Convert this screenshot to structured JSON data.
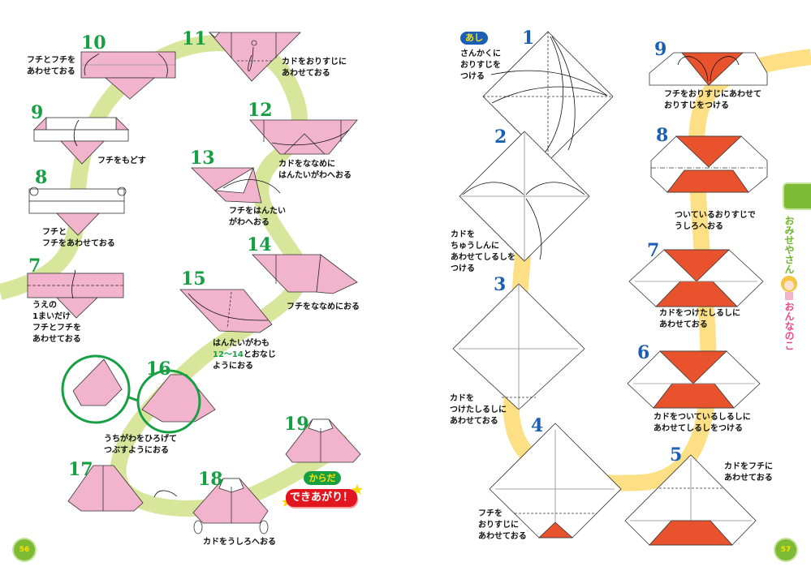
{
  "colors": {
    "pink": "#f2b4cd",
    "green_path": "#d7e69b",
    "yellow_path": "#fde085",
    "orange": "#e8532e",
    "step_green": "#16a043",
    "step_blue": "#1a5fb3"
  },
  "left_page": {
    "page_number": "56",
    "steps": [
      {
        "n": "7",
        "text": "うえの\n1まいだけ\nフチとフチを\nあわせておる"
      },
      {
        "n": "8",
        "text": "フチと\nフチをあわせておる"
      },
      {
        "n": "9",
        "text": "フチをもどす"
      },
      {
        "n": "10",
        "text": "フチとフチを\nあわせておる"
      },
      {
        "n": "11",
        "text": "カドをおりすじに\nあわせておる"
      },
      {
        "n": "12",
        "text": "カドをななめに\nはんたいがわへおる"
      },
      {
        "n": "13",
        "text": "フチをはんたい\nがわへおる"
      },
      {
        "n": "14",
        "text": "フチをななめにおる"
      },
      {
        "n": "15",
        "text_a": "はんたいがわも",
        "text_ref": "12〜14",
        "text_b": "とおなじ\nようにおる"
      },
      {
        "n": "16",
        "text": "うちがわをひろげて\nつぶすようにおる"
      },
      {
        "n": "17"
      },
      {
        "n": "18",
        "text": "カドをうしろへおる"
      },
      {
        "n": "19"
      }
    ],
    "part_badge": "からだ",
    "done_badge": "できあがり！"
  },
  "right_page": {
    "page_number": "57",
    "section_badge": "あし",
    "steps": [
      {
        "n": "1",
        "text": "さんかくに\nおりすじを\nつける"
      },
      {
        "n": "2",
        "text": "カドを\nちゅうしんに\nあわせてしるしを\nつける"
      },
      {
        "n": "3",
        "text": "カドを\nつけたしるしに\nあわせておる"
      },
      {
        "n": "4",
        "text": "フチを\nおりすじに\nあわせておる"
      },
      {
        "n": "5",
        "text": "カドをフチに\nあわせておる"
      },
      {
        "n": "6",
        "text": "カドをついているしるしに\nあわせてしるしをつける"
      },
      {
        "n": "7",
        "text": "カドをつけたしるしに\nあわせておる"
      },
      {
        "n": "8",
        "text": "ついているおりすじで\nうしろへおる"
      },
      {
        "n": "9",
        "text": "フチをおりすじにあわせて\nおりすじをつける"
      }
    ],
    "side_tab": {
      "category": "おみせやさん",
      "subject": "おんなのこ"
    }
  }
}
